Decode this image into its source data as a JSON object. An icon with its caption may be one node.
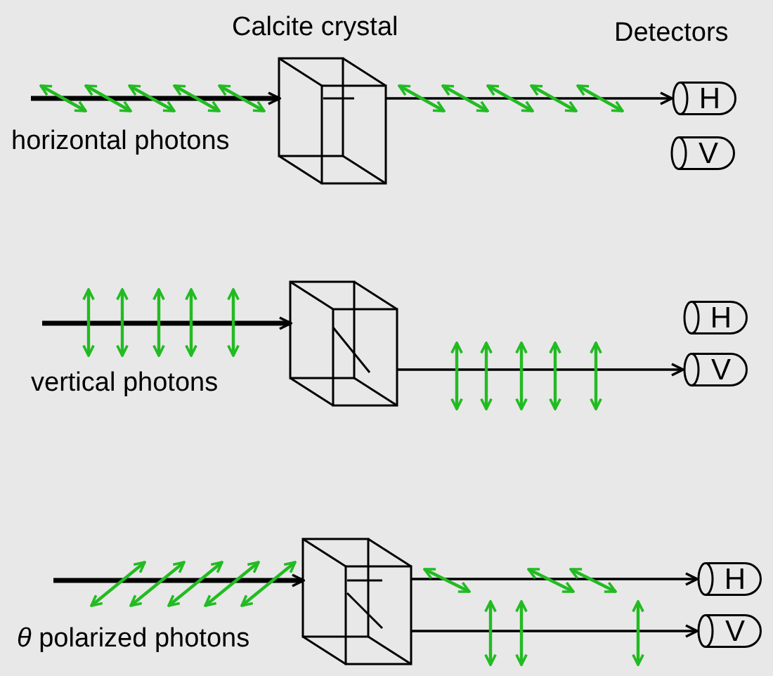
{
  "diagram": {
    "nodes": [
      {
        "text": [],
        "shape": "box"
      },
      {
        "text": [
          "H"
        ]
      },
      {
        "text": [
          "V"
        ]
      },
      {
        "text": [],
        "shape": "box"
      },
      {
        "text": [
          "H"
        ]
      },
      {
        "text": [
          "V"
        ]
      },
      {
        "text": [],
        "shape": "box"
      },
      {
        "text": [
          "H"
        ]
      },
      {
        "text": [
          "V"
        ]
      }
    ],
    "edges": [
      {
        "from": null,
        "to": 0,
        "arrow": "to",
        "style": "thick"
      },
      {
        "from": 0,
        "to": 1,
        "arrow": "to"
      },
      {
        "from": null,
        "to": 3,
        "arrow": "to",
        "style": "thick"
      },
      {
        "from": 3,
        "to": 5,
        "arrow": "to"
      },
      {
        "from": null,
        "to": 6,
        "arrow": "to",
        "style": "thick"
      },
      {
        "from": 6,
        "to": 7,
        "arrow": "to"
      },
      {
        "from": 6,
        "to": 8,
        "arrow": "to"
      }
    ],
    "labels": [
      "Calcite crystal",
      "Detectors",
      "horizontal photons",
      "vertical photons",
      "*θ* polarized photons"
    ]
  }
}
